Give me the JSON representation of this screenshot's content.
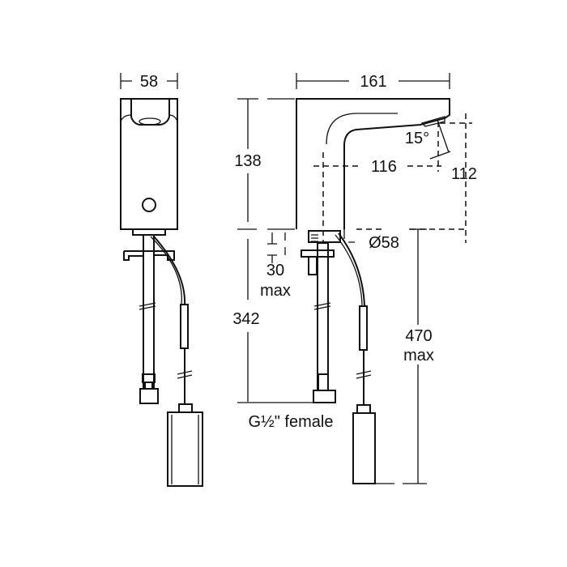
{
  "dimensions": {
    "front_width": "58",
    "side_length": "161",
    "spout_height": "138",
    "spray_angle": "15°",
    "sensor_reach": "116",
    "spout_clearance": "112",
    "base_diameter": "Ø58",
    "deck_thickness_value": "30",
    "deck_thickness_suffix": "max",
    "supply_length": "342",
    "overall_length_value": "470",
    "overall_length_suffix": "max",
    "connection": "G½\" female"
  },
  "colors": {
    "line": "#111111",
    "background": "#ffffff"
  }
}
